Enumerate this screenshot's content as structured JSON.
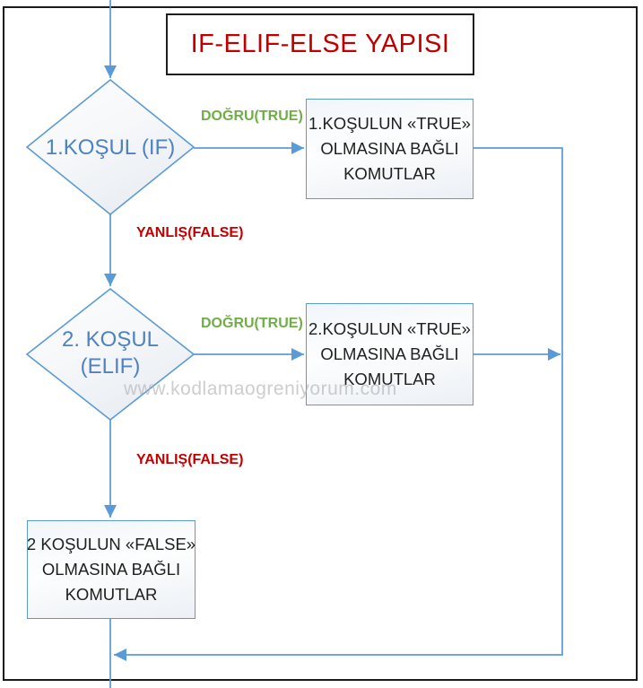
{
  "title": "IF-ELIF-ELSE YAPISI",
  "watermark": "www.kodlamaogreniyorum.com",
  "nodes": {
    "decision1": {
      "label": "1.KOŞUL (IF)"
    },
    "decision2": {
      "line1": "2. KOŞUL",
      "line2": "(ELIF)"
    },
    "action1": {
      "lines": [
        "1.KOŞULUN «TRUE»",
        "OLMASINA BAĞLI",
        "KOMUTLAR"
      ]
    },
    "action2": {
      "lines": [
        "2.KOŞULUN «TRUE»",
        "OLMASINA BAĞLI",
        "KOMUTLAR"
      ]
    },
    "action3": {
      "lines": [
        "2 KOŞULUN «FALSE»",
        "OLMASINA BAĞLI",
        "KOMUTLAR"
      ]
    }
  },
  "edge_labels": {
    "true1": "DOĞRU(TRUE)",
    "false1": "YANLIŞ(FALSE)",
    "true2": "DOĞRU(TRUE)",
    "false2": "YANLIŞ(FALSE)"
  },
  "colors": {
    "accent_blue": "#5B9BD5",
    "diamond_text_blue": "#4E82C0",
    "true_green": "#70AD47",
    "false_red": "#C00000",
    "title_red": "#C00000",
    "box_text": "#202020",
    "frame_black": "#1B1B1B",
    "watermark_gray": "#AFB2B6"
  }
}
